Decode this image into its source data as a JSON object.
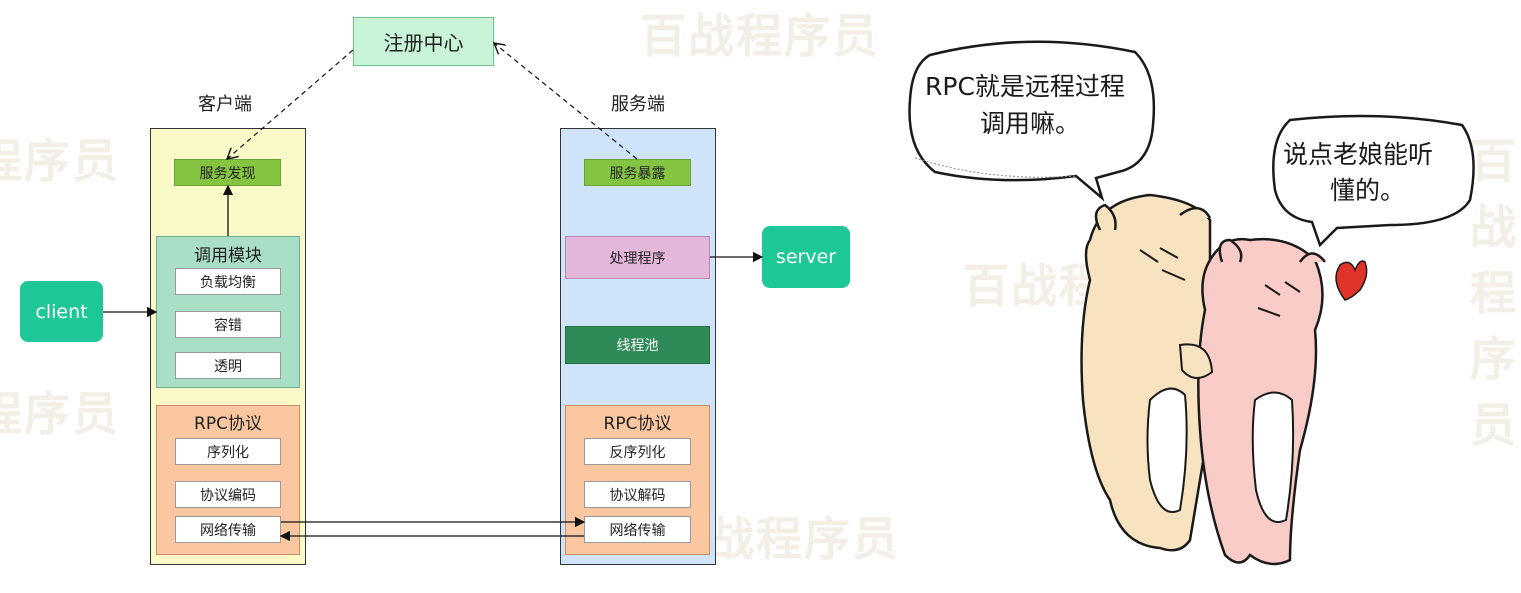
{
  "watermark": "百战程序员",
  "diagram": {
    "registry": "注册中心",
    "client": {
      "title": "客户端",
      "discovery": "服务发现",
      "invoke_module": {
        "title": "调用模块",
        "items": [
          "负载均衡",
          "容错",
          "透明"
        ]
      },
      "rpc": {
        "title": "RPC协议",
        "items": [
          "序列化",
          "协议编码",
          "网络传输"
        ]
      }
    },
    "server": {
      "title": "服务端",
      "expose": "服务暴露",
      "handler": "处理程序",
      "thread_pool": "线程池",
      "rpc": {
        "title": "RPC协议",
        "items": [
          "反序列化",
          "协议解码",
          "网络传输"
        ]
      }
    },
    "client_node": "client",
    "server_node": "server"
  },
  "comic": {
    "bubble_left": [
      "RPC就是远程过程",
      "调用嘛。"
    ],
    "bubble_right": [
      "说点老娘能听",
      "懂的。"
    ]
  },
  "colors": {
    "client_panel": "#fafac8",
    "server_panel": "#cfe3fb",
    "green_node": "#1ec896",
    "module_green": "#a9dfc7",
    "rpc_orange": "#fbc7a0",
    "registry": "#c9f4d7",
    "discovery": "#84c441",
    "handler": "#e3b6da",
    "thread_pool": "#2e8a56"
  }
}
